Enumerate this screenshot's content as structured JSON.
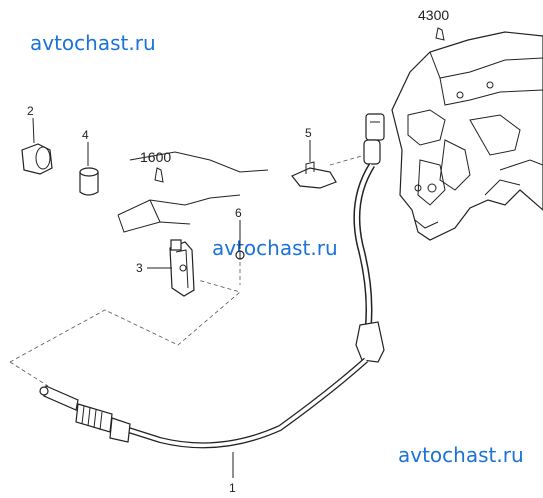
{
  "watermarks": [
    "avtochast.ru",
    "avtochast.ru",
    "avtochast.ru"
  ],
  "callouts": {
    "p1": "1",
    "p2": "2",
    "p3": "3",
    "p4": "4",
    "p5": "5",
    "p6": "6"
  },
  "references": {
    "r1600": "1600",
    "r4300": "4300"
  },
  "colors": {
    "watermark": "#1a73d9",
    "line": "#222222"
  }
}
